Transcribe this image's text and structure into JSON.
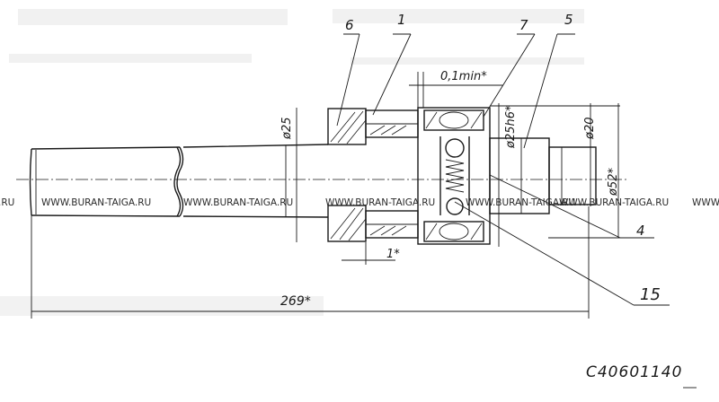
{
  "part_labels": [
    "6",
    "1",
    "7",
    "5",
    "4",
    "15"
  ],
  "dimensions": {
    "gap": "0,1min*",
    "shaft_dia": "ø25",
    "fit_dia": "ø25h6*",
    "end_dia": "ø20",
    "outer_dia": "ø52*",
    "offset": "1*",
    "total_length": "269*"
  },
  "drawing_number": "C40601140",
  "watermark": "WWW.BURAN-TAIGA.RU"
}
